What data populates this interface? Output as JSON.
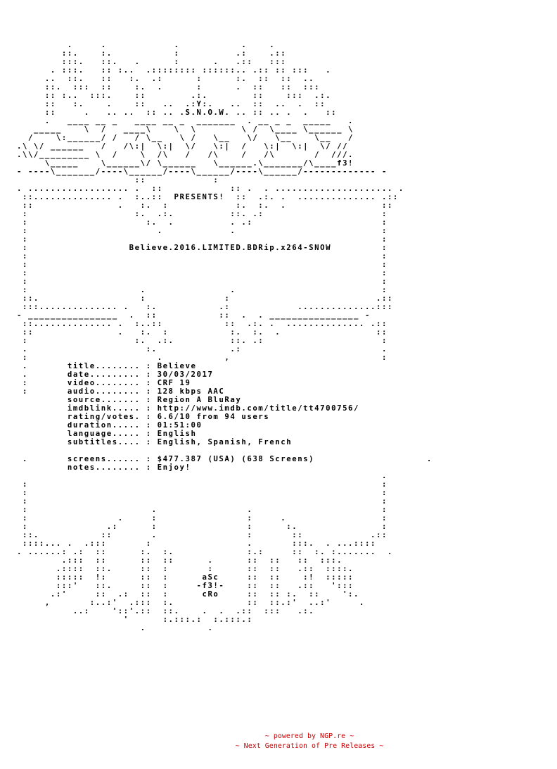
{
  "nfo": {
    "art": "           .     .            .           .    .\n          ::.    :.           :          .:    .::\n          :::.   ::.   .      :      .   .::   :::\n        . :::.   :: :..  .:::::::: ::::::.. .:: :: :::   .\n       ..  ::.   ::   :.  .:      :      :.  ::  ::  ..\n       ::.  :::  ::    :.  .      :      .  ::   ::  :::\n       :: :..  :::.    ::        .:.        ::    :::  .:.\n       ::   :.    .    ::   ..  .:Y:.   ..  ::  ..  .  ::\n       ::     .   .. ..  :: .. .S.N.O.W. .. :: .. .  .   ::\n       .   ____ __ _   ____ __ _  _______  . __ _ _  _____   .\n     _____    \\  /   ____\\    \\  \\        \\ /  \\____ \\______ \\\n    /    \\:______/ /   / \\__   \\ /   \\__   \\/   \\__    \\__   /\n  .\\ \\/ ______   /   /\\:|  \\:|  \\/   \\:|  /   \\:|  \\:|  \\/ //\n  .\\\\/_________ \\  /    \\  /\\   /   /\\    /   /\\       /  ///.\n       \\_____    \\______\\/ \\______   \\______.\\_______/\\____f3!\n  - ----\\_______/----\\______/----\\______/----\\______/------------- -\n                       ::            :\n  . .................. .  ::            :: .  . ..................... .\n   ::.............. .  :..::  PRESENTS!  ::  .:. .  .............. .::\n   ::               .   :.  :            :.  :.  .                 ::\n   :                   :.  .:.          ::. .:                     :\n   :                     :.  .          . .:                       :\n   :                       .            .                          :\n   :                                                               :\n   :                  Believe.2016.LIMITED.BDRip.x264-SNOW         :\n   :                                                               :\n   :                                                               :\n   :                                                               :\n   :                                                               :\n   :                    .               .                          :\n   ::.                  :              :                          .::\n   :::.............. .   :.           .:            ..............:::\n  - ________________  .  ::           ::  .  . ________________ -\n   ::.............. .  :..::           ::  .:. .  .............. .::\n   ::               .   :.  :           :.  :.  .                 ::\n   :                   :.  .:.          ::. .:                     :\n   .                     :.             .:                         .\n   :                       .           ,                           :\n   .       title........ : Believe\n   .       date......... : 30/03/2017\n   :       video........ : CRF 19\n   :       audio........ : 128 kbps AAC\n           source....... : Region A BluRay\n           imdblink..... : http://www.imdb.com/title/tt4700756/\n           rating/votes. : 6.6/10 from 94 users\n           duration..... : 01:51:00\n           language..... : English\n           subtitles.... : English, Spanish, French\n\n   .       screens...... : $477.387 (USA) (638 Screens)                    .\n           notes........ : Enjoy!\n                                                                   .\n   :                                                               :\n   :                                                               :\n   :                                                               :\n   :                      .                .                       :\n   :                .     :                :     .                 :\n   :              .:      :                :      :.               :\n   ::.           ::       .                :       ::            .::\n   ::::... .  .:::       :                 .       :::.  . ...::::\n  . ......: .:  ::      :.  :.             :.:     ::  :. :.......  .\n          .:::  ::      ::  ::      .      ::  ::   ::  :::.\n         .::::  ::.     ::  :       :      ::  ::   .::  ::::.\n         :::::  !:      ::  :      aSc     ::  ::    :!  :::::\n         :::'   ::.     ::  :     -f3!-    ::  ::   .::   ':::\n        .:'     ::  .:  ::  :      cRo     ::  :: :.  ::    ':.\n       ,       :..:'  .:::  :.             ::  ::.:'  ..:'     .\n            ..:    '::'.::  ::.    .  .  .::  :::   .:.\n                     '      :.:::.:  :.:::.:\n                        .           .",
    "footer_line1": "~ powered by NGP.re ~",
    "footer_line2": "~ Next Generation of Pre Releases ~"
  }
}
